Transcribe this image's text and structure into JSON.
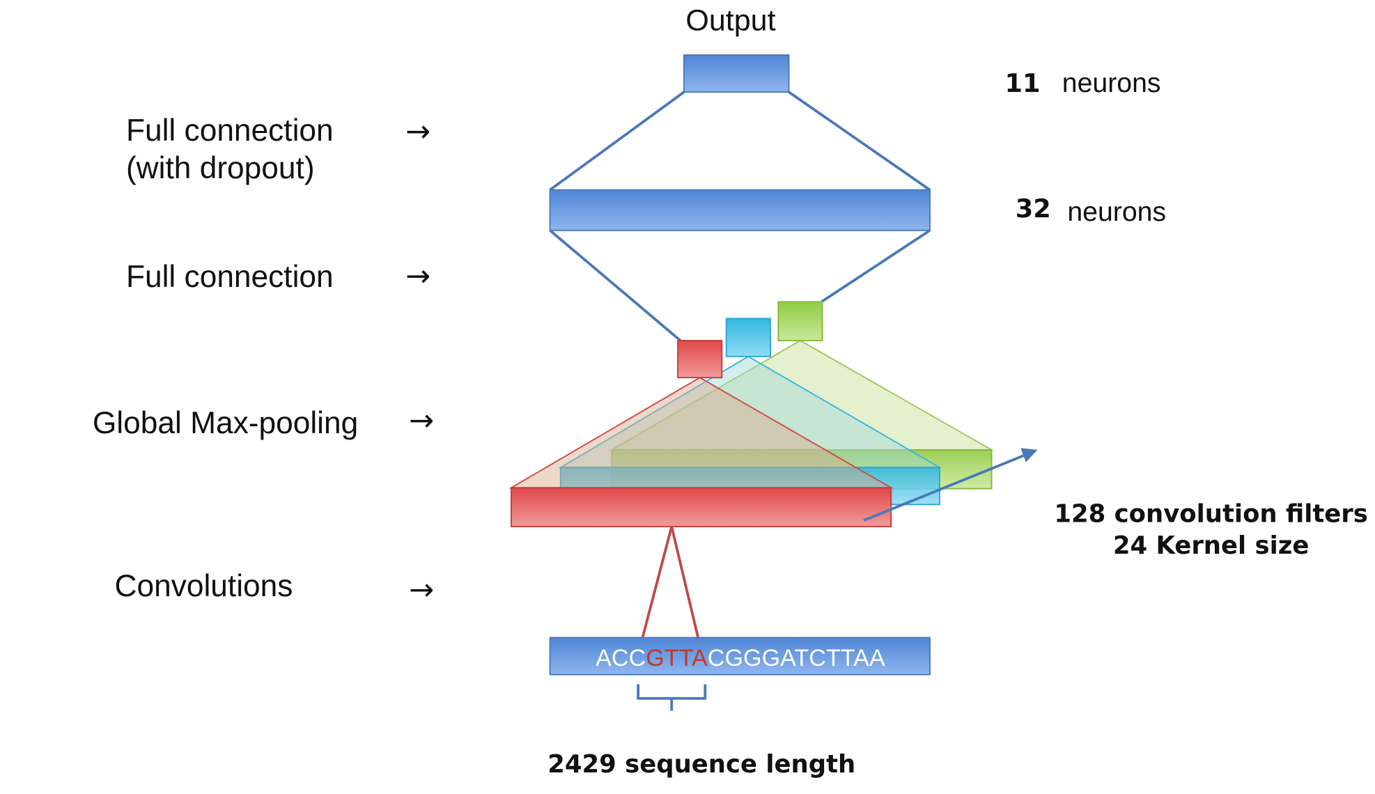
{
  "title": "Output",
  "layer_labels": {
    "full_connection_dropout_line1": "Full connection",
    "full_connection_dropout_line2": "(with dropout)",
    "full_connection": "Full connection",
    "global_max_pooling": "Global Max-pooling",
    "convolutions": "Convolutions"
  },
  "arrow_glyph": "→",
  "output_layer": {
    "count": "11",
    "unit": "neurons"
  },
  "hidden_layer": {
    "count": "32",
    "unit": "neurons"
  },
  "conv_info": {
    "line1": "128 convolution filters",
    "line2": "24 Kernel size"
  },
  "sequence": {
    "prefix": "ACC",
    "highlight": "GTTA",
    "suffix": "CGGGATCTTAA"
  },
  "sequence_length_label": "2429 sequence length",
  "colors": {
    "blue": "#5a8fd8",
    "red": "#e05a5a",
    "cyan": "#4ec3e6",
    "green": "#a6d65a",
    "line": "#4a78b8",
    "highlight_text": "#c0392b"
  }
}
